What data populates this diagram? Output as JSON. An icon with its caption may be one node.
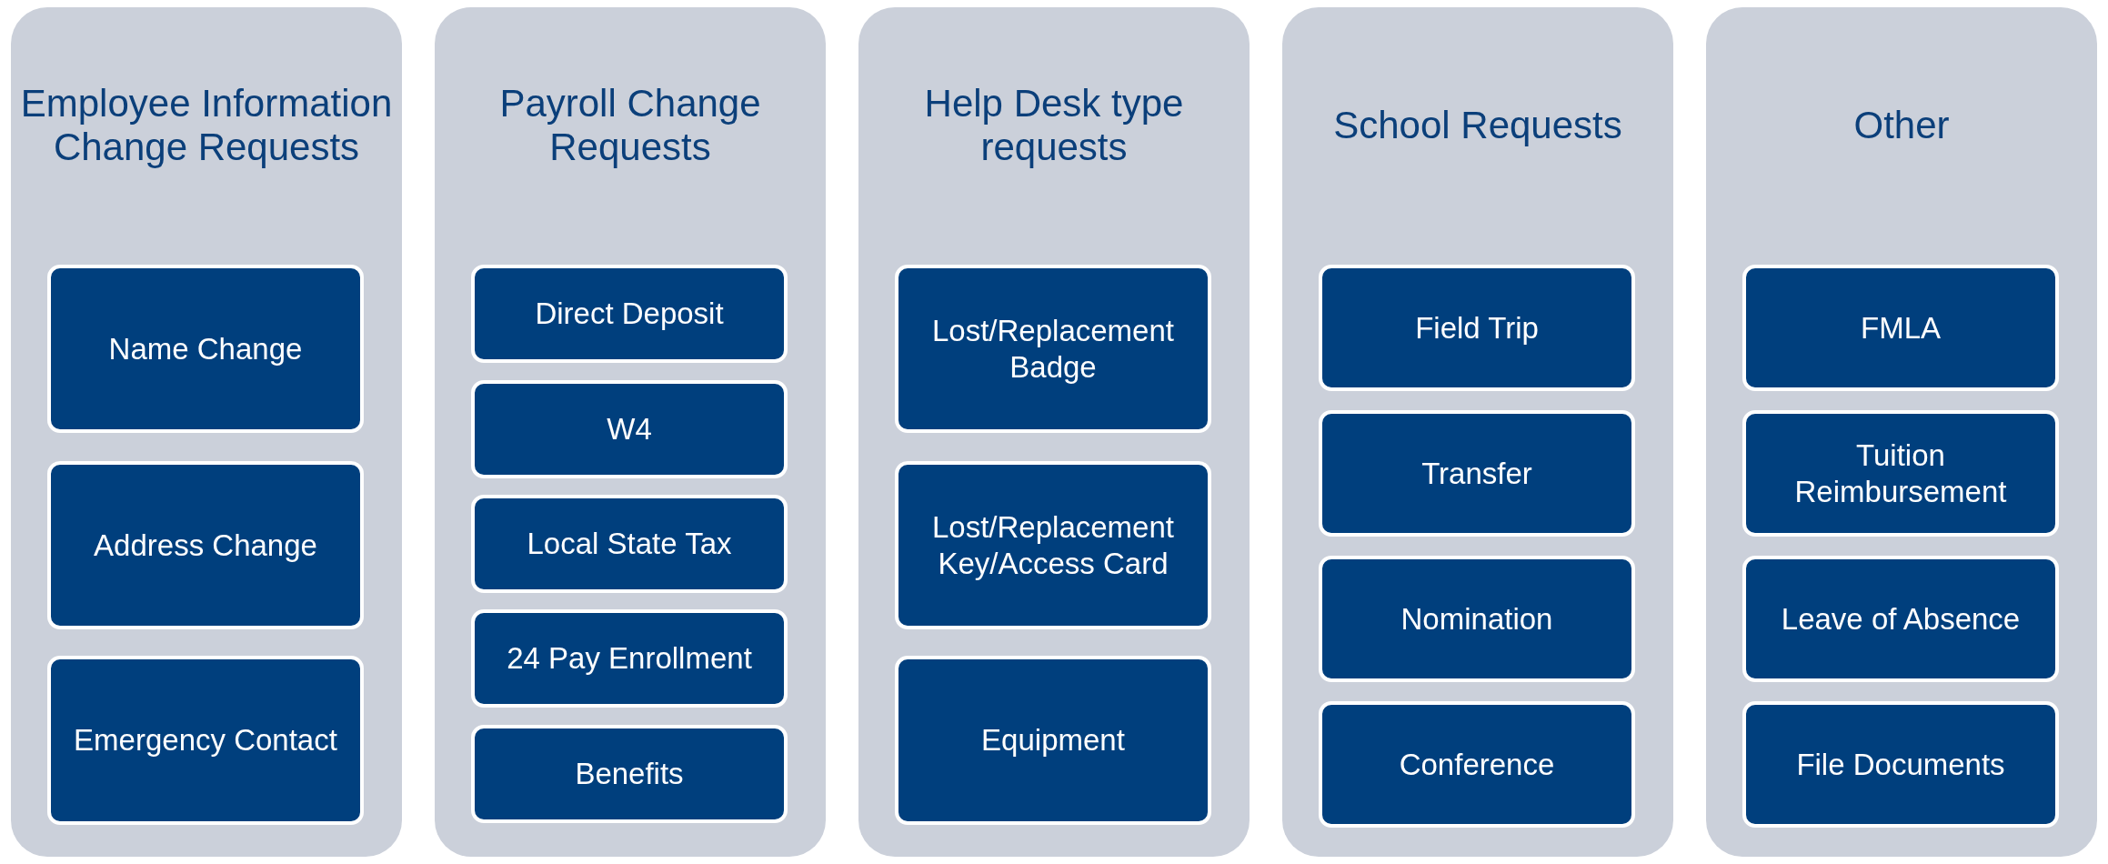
{
  "diagram": {
    "nodes": [
      {
        "text": [
          "Employee Information Change Requests"
        ]
      },
      {
        "text": [
          "Name Change"
        ],
        "in": 0
      },
      {
        "text": [
          "Address Change"
        ],
        "in": 0
      },
      {
        "text": [
          "Emergency Contact"
        ],
        "in": 0
      },
      {
        "text": [
          "Payroll Change Requests"
        ]
      },
      {
        "text": [
          "Direct Deposit"
        ],
        "in": 4
      },
      {
        "text": [
          "W4"
        ],
        "in": 4
      },
      {
        "text": [
          "Local State Tax"
        ],
        "in": 4
      },
      {
        "text": [
          "24 Pay Enrollment"
        ],
        "in": 4
      },
      {
        "text": [
          "Benefits"
        ],
        "in": 4
      },
      {
        "text": [
          "Help Desk type requests"
        ]
      },
      {
        "text": [
          "Lost/Replacement Badge"
        ],
        "in": 10
      },
      {
        "text": [
          "Lost/Replacement Key/Access Card"
        ],
        "in": 10
      },
      {
        "text": [
          "Equipment"
        ],
        "in": 10
      },
      {
        "text": [
          "School Requests"
        ]
      },
      {
        "text": [
          "Field Trip"
        ],
        "in": 14
      },
      {
        "text": [
          "Transfer"
        ],
        "in": 14
      },
      {
        "text": [
          "Nomination"
        ],
        "in": 14
      },
      {
        "text": [
          "Conference"
        ],
        "in": 14
      },
      {
        "text": [
          "Other"
        ]
      },
      {
        "text": [
          "FMLA"
        ],
        "in": 19
      },
      {
        "text": [
          "Tuition Reimbursement"
        ],
        "in": 19
      },
      {
        "text": [
          "Leave of Absence"
        ],
        "in": 19
      },
      {
        "text": [
          "File Documents"
        ],
        "in": 19
      }
    ],
    "edges": []
  }
}
